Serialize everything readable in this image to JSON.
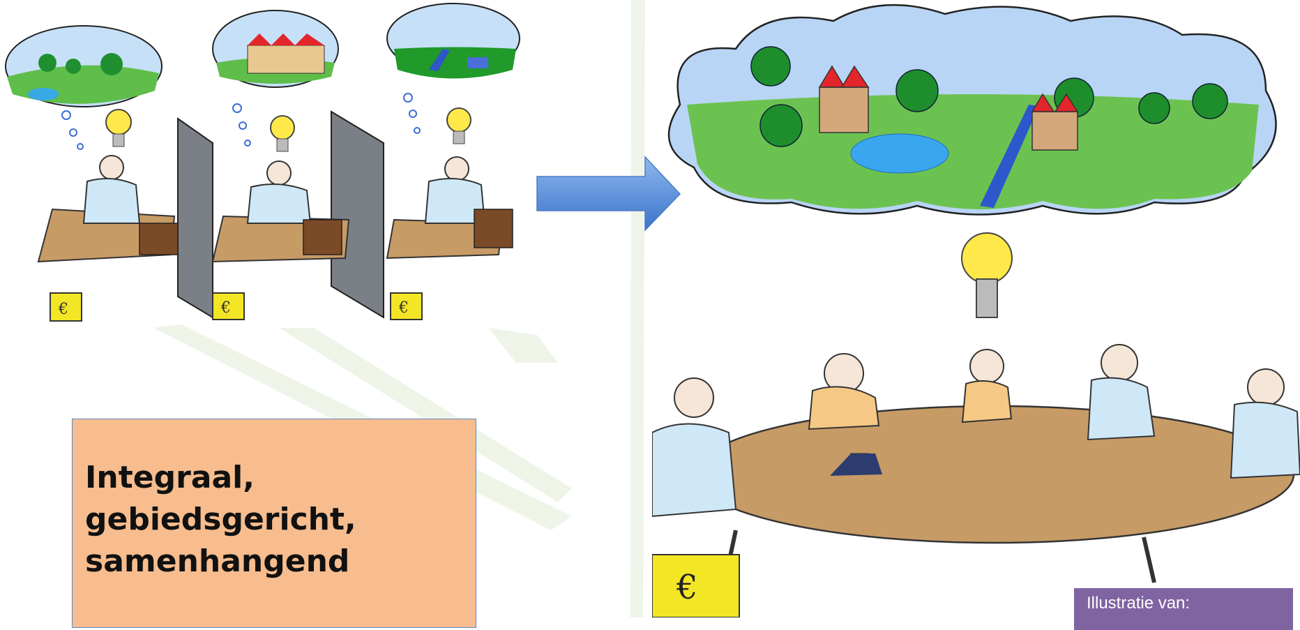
{
  "slide": {
    "caption_lines": [
      "Integraal,",
      "gebiedsgericht,",
      "samenhangend"
    ],
    "credit": "Illustratie van:",
    "colors": {
      "caption_box": "#f7bd8e",
      "caption_border": "#5a86c2",
      "credit_box": "#8064a2",
      "arrow": "#5b8fd6",
      "watermark": "#eef5e8"
    },
    "icons": {
      "left_illustration": "three-isolated-thinkers-illustration",
      "arrow": "right-arrow-icon",
      "right_illustration": "team-meeting-shared-vision-illustration"
    }
  }
}
